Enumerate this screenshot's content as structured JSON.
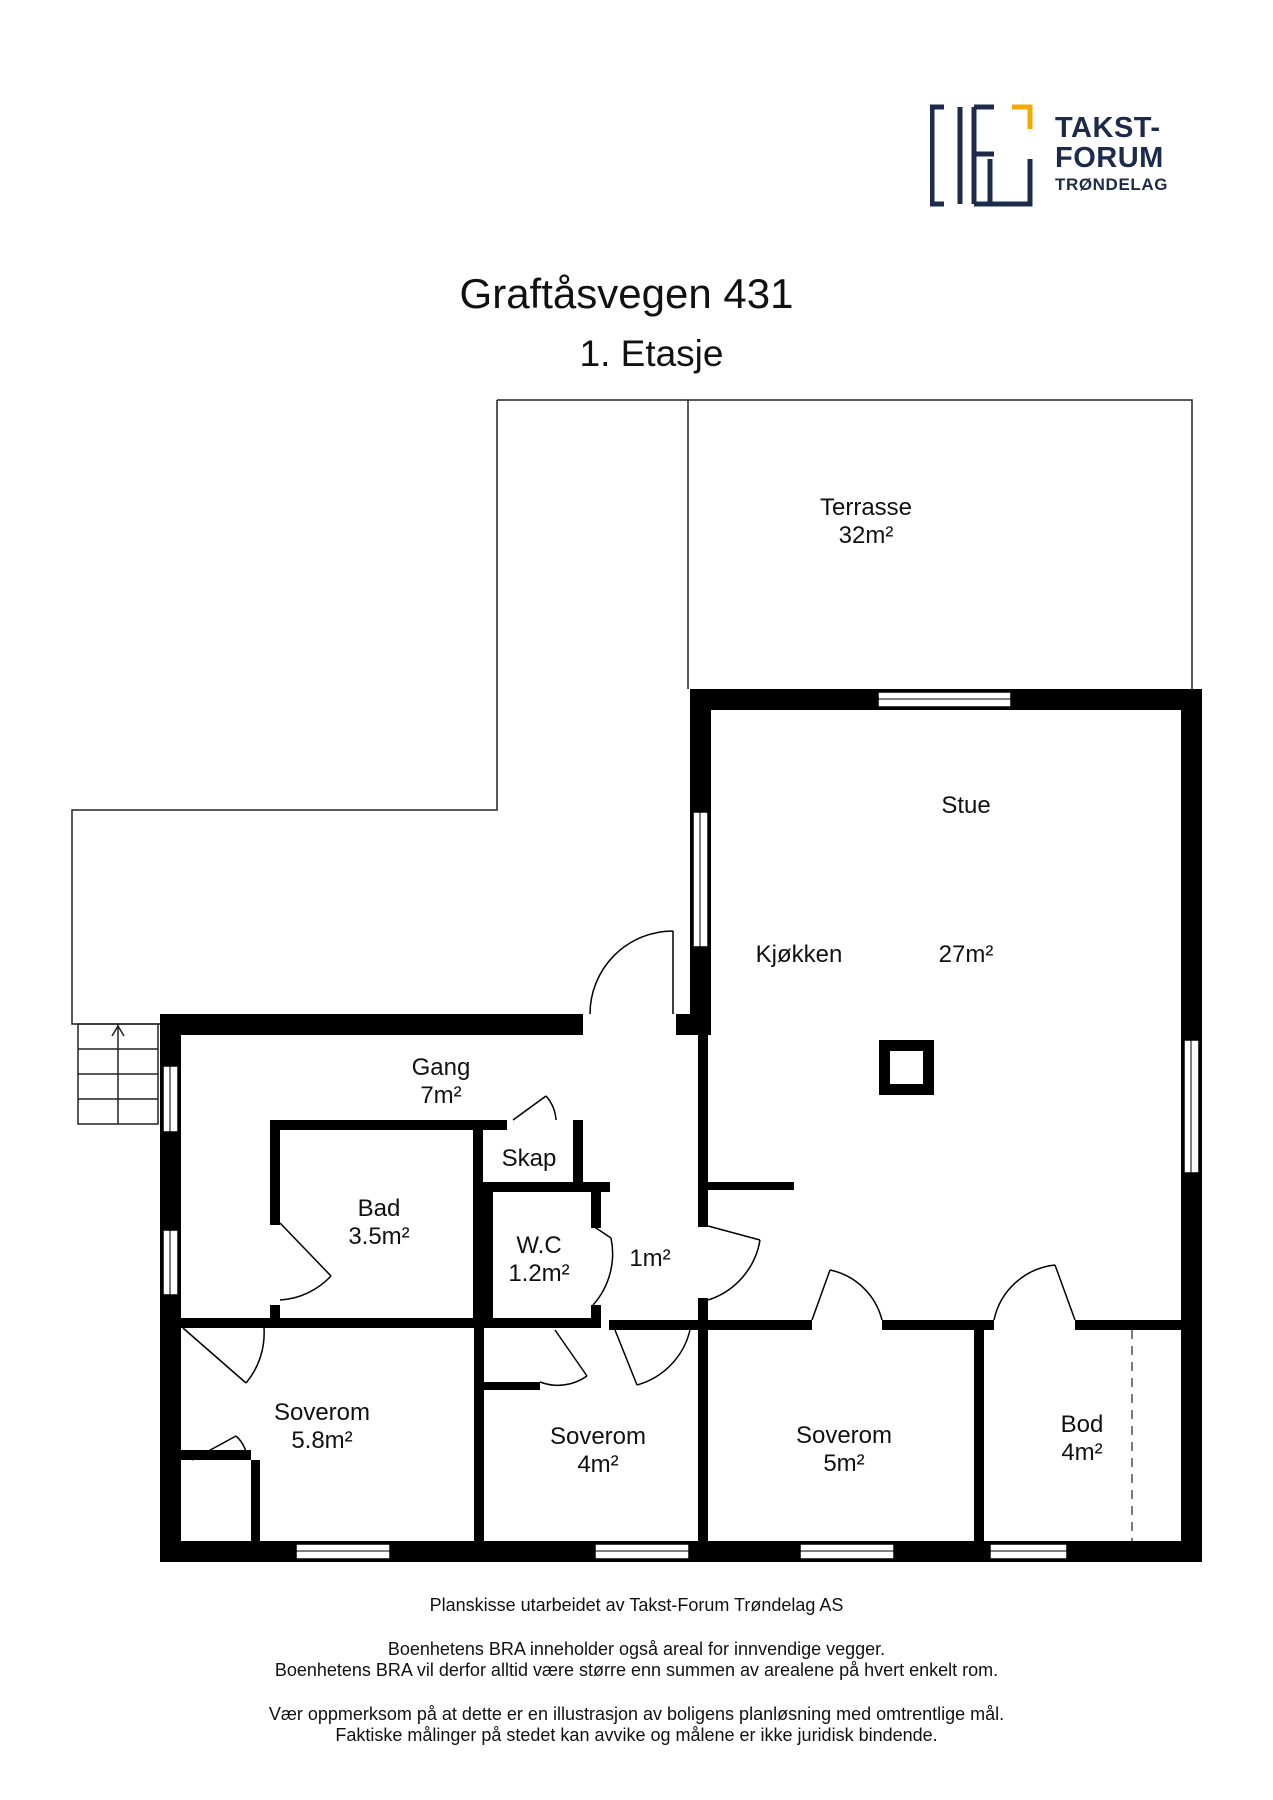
{
  "logo": {
    "line1": "TAKST-",
    "line2": "FORUM",
    "line3": "TRØNDELAG",
    "colors": {
      "navy": "#1c2b4a",
      "accent": "#f2a900"
    }
  },
  "title": "Graftåsvegen 431",
  "subtitle": "1. Etasje",
  "rooms": {
    "terrasse": {
      "name": "Terrasse",
      "area": "32m²"
    },
    "stue": {
      "name": "Stue",
      "area": "27m²"
    },
    "kjokken": {
      "name": "Kjøkken"
    },
    "gang": {
      "name": "Gang",
      "area": "7m²"
    },
    "skap": {
      "name": "Skap"
    },
    "bad": {
      "name": "Bad",
      "area": "3.5m²"
    },
    "wc": {
      "name": "W.C",
      "area": "1.2m²"
    },
    "hall": {
      "area": "1m²"
    },
    "soverom1": {
      "name": "Soverom",
      "area": "5.8m²"
    },
    "soverom2": {
      "name": "Soverom",
      "area": "4m²"
    },
    "soverom3": {
      "name": "Soverom",
      "area": "5m²"
    },
    "bod": {
      "name": "Bod",
      "area": "4m²"
    }
  },
  "footer": {
    "line1": "Planskisse utarbeidet av Takst-Forum Trøndelag AS",
    "line2": "Boenhetens BRA inneholder også areal for innvendige vegger.",
    "line3": "Boenhetens BRA vil derfor alltid være større enn summen av arealene på hvert enkelt rom.",
    "line4": "Vær oppmerksom på at dette er en illustrasjon av boligens planløsning med omtrentlige mål.",
    "line5": "Faktiske målinger på stedet kan avvike og målene er ikke juridisk bindende."
  }
}
